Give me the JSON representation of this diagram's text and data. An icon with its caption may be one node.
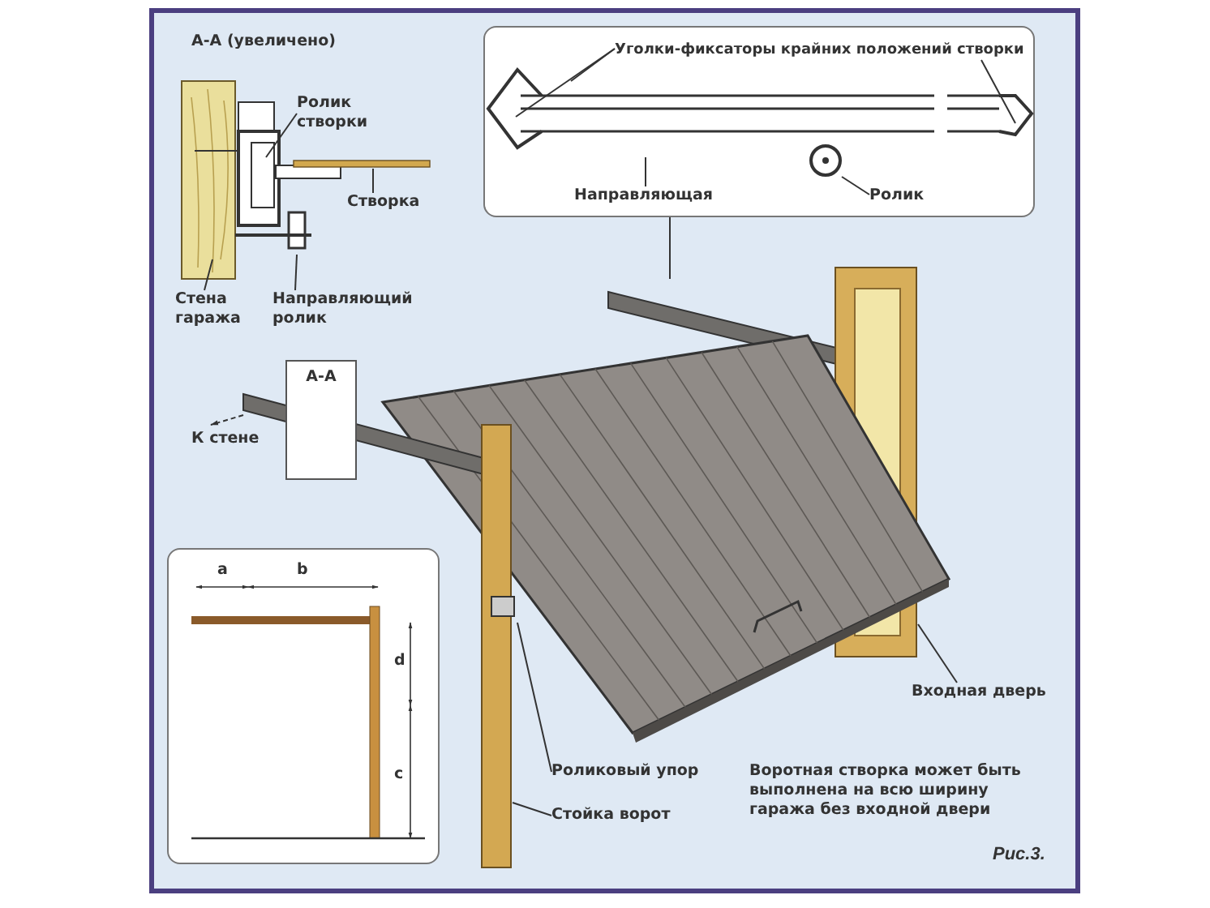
{
  "diagram": {
    "caption": "Рис.3.",
    "nodes": [
      {
        "text": [
          "Ролик створки"
        ]
      },
      {
        "text": [
          "Створка"
        ]
      },
      {
        "text": [
          "Стена гаража"
        ]
      },
      {
        "text": [
          "Направляющий ролик"
        ]
      },
      {
        "text": [],
        "shape": "box"
      },
      {
        "text": [
          "Уголки-фиксаторы крайних положений створки"
        ],
        "in": 4
      },
      {
        "text": [
          "Направляющая"
        ],
        "in": 4
      },
      {
        "text": [
          "Ролик"
        ],
        "in": 4
      },
      {
        "text": [
          "А-А"
        ]
      },
      {
        "text": [],
        "shape": "box"
      },
      {
        "text": [
          "Входная дверь"
        ]
      },
      {
        "text": [
          "Роликовый упор"
        ]
      },
      {
        "text": [
          "Стойка ворот"
        ]
      },
      {
        "text": [],
        "shape": "circle",
        "in": 4
      },
      {
        "text": [],
        "shape": "picture",
        "in": 4
      }
    ],
    "edges": [
      {
        "from": 0,
        "to": null,
        "arrow": "none"
      },
      {
        "from": 1,
        "to": null,
        "arrow": "none"
      },
      {
        "from": 2,
        "to": null,
        "arrow": "none"
      },
      {
        "from": 3,
        "to": null,
        "arrow": "none"
      },
      {
        "from": 5,
        "to": 14,
        "arrow": "none"
      },
      {
        "from": 5,
        "to": 14,
        "arrow": "none"
      },
      {
        "from": 5,
        "to": 14,
        "arrow": "none"
      },
      {
        "from": 6,
        "to": 14,
        "arrow": "none"
      },
      {
        "from": 7,
        "to": 13,
        "arrow": "none"
      },
      {
        "from": 4,
        "to": null,
        "arrow": "none"
      },
      {
        "from": 10,
        "to": null,
        "arrow": "none"
      },
      {
        "from": 11,
        "to": null,
        "arrow": "none"
      },
      {
        "from": 12,
        "to": null,
        "arrow": "none"
      }
    ],
    "labels": [
      "А-А (увеличено)",
      "К стене",
      "a",
      "b",
      "d",
      "c",
      "Воротная створка может быть выполнена на всю ширину гаража без входной двери"
    ]
  }
}
